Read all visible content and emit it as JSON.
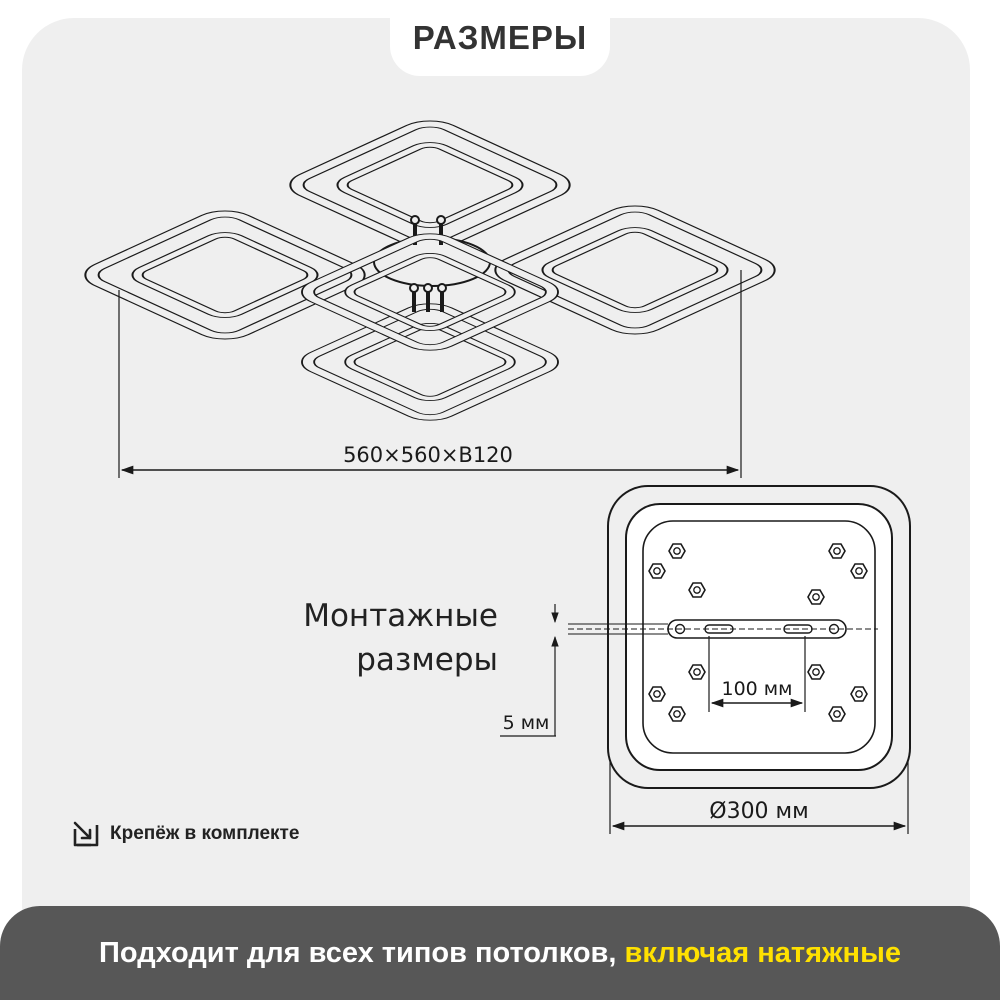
{
  "header": {
    "title": "РАЗМЕРЫ"
  },
  "dimensions": {
    "overall": "560×560×В120",
    "mount_spacing": "100 мм",
    "mount_offset": "5 мм",
    "base_diameter": "Ø300 мм"
  },
  "mount_label": {
    "line1": "Монтажные",
    "line2": "размеры"
  },
  "kit_note": {
    "text": "Крепёж в комплекте",
    "icon": "arrow-into-box-icon"
  },
  "footer": {
    "text": "Подходит для всех типов потолков,",
    "highlight": "включая натяжные"
  },
  "colors": {
    "panel_bg": "#efefef",
    "footer_bg": "#575757",
    "footer_accent": "#ffe100",
    "line": "#1a1a1a"
  }
}
